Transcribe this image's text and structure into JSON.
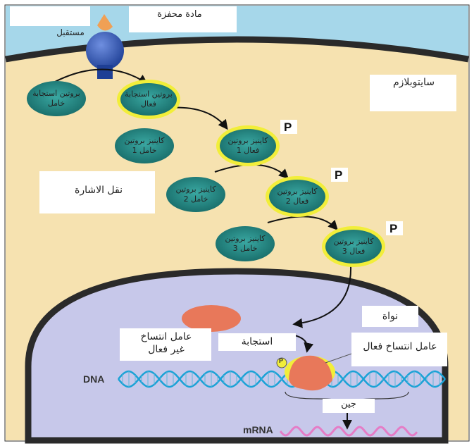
{
  "labels": {
    "ligand": "مادة محفزة",
    "receptor": "مستقبل",
    "cytoplasm": "سايتوبلازم",
    "signal_transduction": "نقل الاشارة",
    "nucleus": "نواة",
    "response": "استجابة",
    "inactive_tf_line1": "عامل انتساخ",
    "inactive_tf_line2": "غير فعال",
    "active_tf": "عامل انتساخ فعال",
    "gene": "جين",
    "dna": "DNA",
    "mrna": "mRNA",
    "p_symbol": "P",
    "p_small": "P"
  },
  "ovals": {
    "relay_inactive": [
      "بروتين استجابة",
      "خامل"
    ],
    "relay_active": [
      "بروتين استجابة",
      "فعال"
    ],
    "kinase1_inactive": [
      "كاينيز بروتين",
      "خامل 1"
    ],
    "kinase1_active": [
      "كاينيز بروتين",
      "فعال 1"
    ],
    "kinase2_inactive": [
      "كاينيز بروتين",
      "خامل 2"
    ],
    "kinase2_active": [
      "كاينيز بروتين",
      "فعال 2"
    ],
    "kinase3_inactive": [
      "كاينيز بروتين",
      "خامل 3"
    ],
    "kinase3_active": [
      "كاينيز بروتين",
      "فعال 3"
    ]
  },
  "colors": {
    "extracellular": "#a6d7ea",
    "cytoplasm": "#f6e2b0",
    "membrane": "#2a2a2a",
    "nucleus": "#c7c8ea",
    "oval_fill": "#1f8a86",
    "active_glow": "#f2ee3a",
    "receptor": "#2e55b3",
    "ligand": "#f0a055",
    "transcription_factor": "#e8785a",
    "dna_strand": "#1aa2d6",
    "mrna": "#e57cc6"
  }
}
